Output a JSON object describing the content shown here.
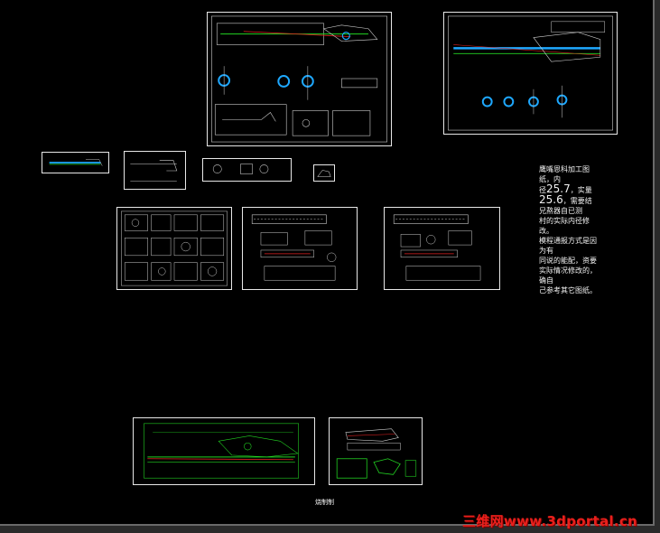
{
  "notes": {
    "line1": "鹰嘴恩科加工图纸，内",
    "line2": "径",
    "value1": "25.7",
    "line3": "，实量",
    "value2": "25.6",
    "line4": "，需要结兄熬器自已测\n村的实际内径修改。\n模程通报方式是因为有\n同说的能配，资要\n实际情况修改的，确自\n己参考其它图纸。"
  },
  "caption": "烧制制",
  "watermark": "三维网www.3dportal.cn",
  "colors": {
    "background": "#000000",
    "frame": "#e8e8e8",
    "green": "#22d422",
    "cyan": "#1ea8ff",
    "red": "#e02020",
    "white": "#ffffff"
  }
}
